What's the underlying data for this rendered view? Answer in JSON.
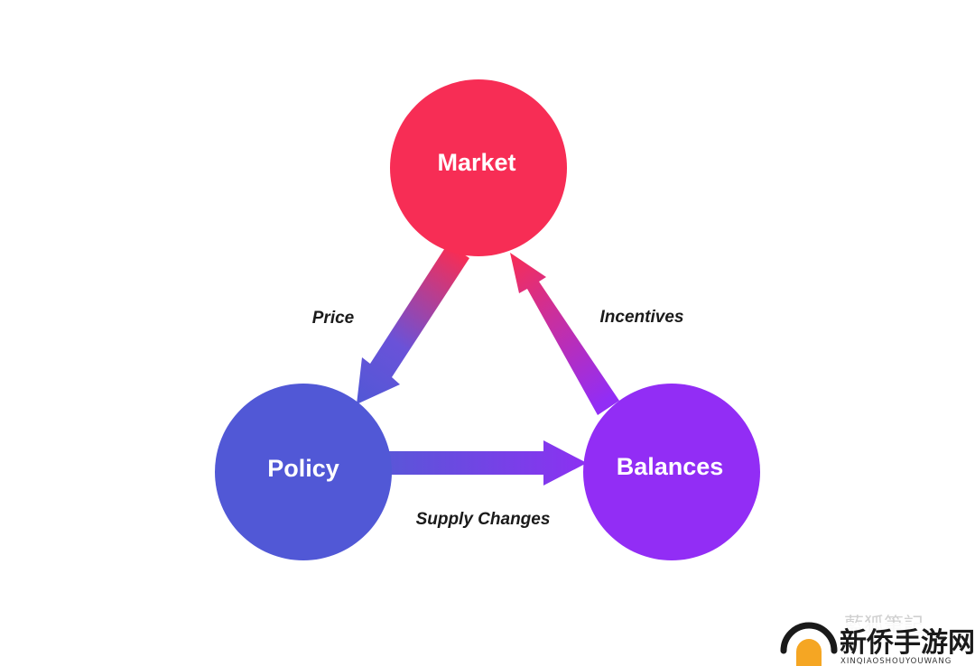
{
  "nodes": {
    "market": {
      "label": "Market",
      "color": "#f72d55"
    },
    "policy": {
      "label": "Policy",
      "color": "#5158d6"
    },
    "balances": {
      "label": "Balances",
      "color": "#922df5"
    }
  },
  "edges": {
    "price": {
      "from": "market",
      "to": "policy",
      "label": "Price"
    },
    "supply_changes": {
      "from": "policy",
      "to": "balances",
      "label": "Supply Changes"
    },
    "incentives": {
      "from": "balances",
      "to": "market",
      "label": "Incentives"
    }
  },
  "watermark": {
    "faint_text": "藍狐筆記",
    "brand_text": "新侨手游网",
    "brand_subtext": "XINQIAOSHOUYOUWANG",
    "logo_icon": "house-arch-icon",
    "logo_colors": {
      "roof": "#1a1a1a",
      "door": "#f5a623"
    }
  }
}
